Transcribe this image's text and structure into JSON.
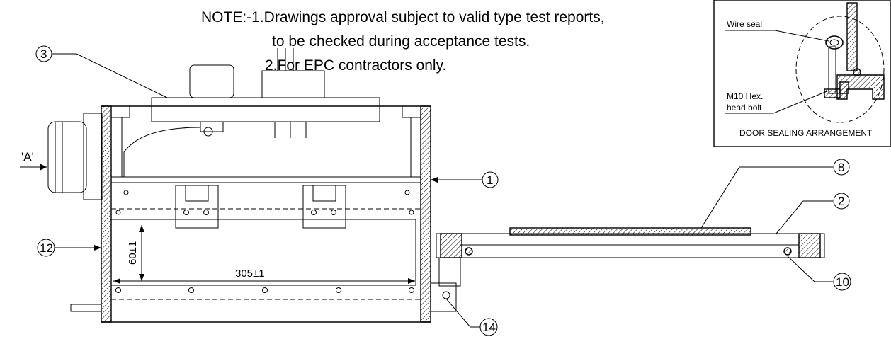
{
  "notes": {
    "line1": "NOTE:-1.Drawings approval subject to valid type test reports,",
    "line2": "to be checked during acceptance tests.",
    "line3": "2.For EPC contractors only."
  },
  "detail": {
    "wire_seal": "Wire seal",
    "bolt_line1": "M10 Hex.",
    "bolt_line2": "head bolt",
    "title": "DOOR SEALING ARRANGEMENT"
  },
  "view_label": "'A'",
  "dimensions": {
    "width": "305±1",
    "height": "60±1"
  },
  "callouts": {
    "c1": "1",
    "c2": "2",
    "c3": "3",
    "c8": "8",
    "c10": "10",
    "c12": "12",
    "c14": "14"
  }
}
